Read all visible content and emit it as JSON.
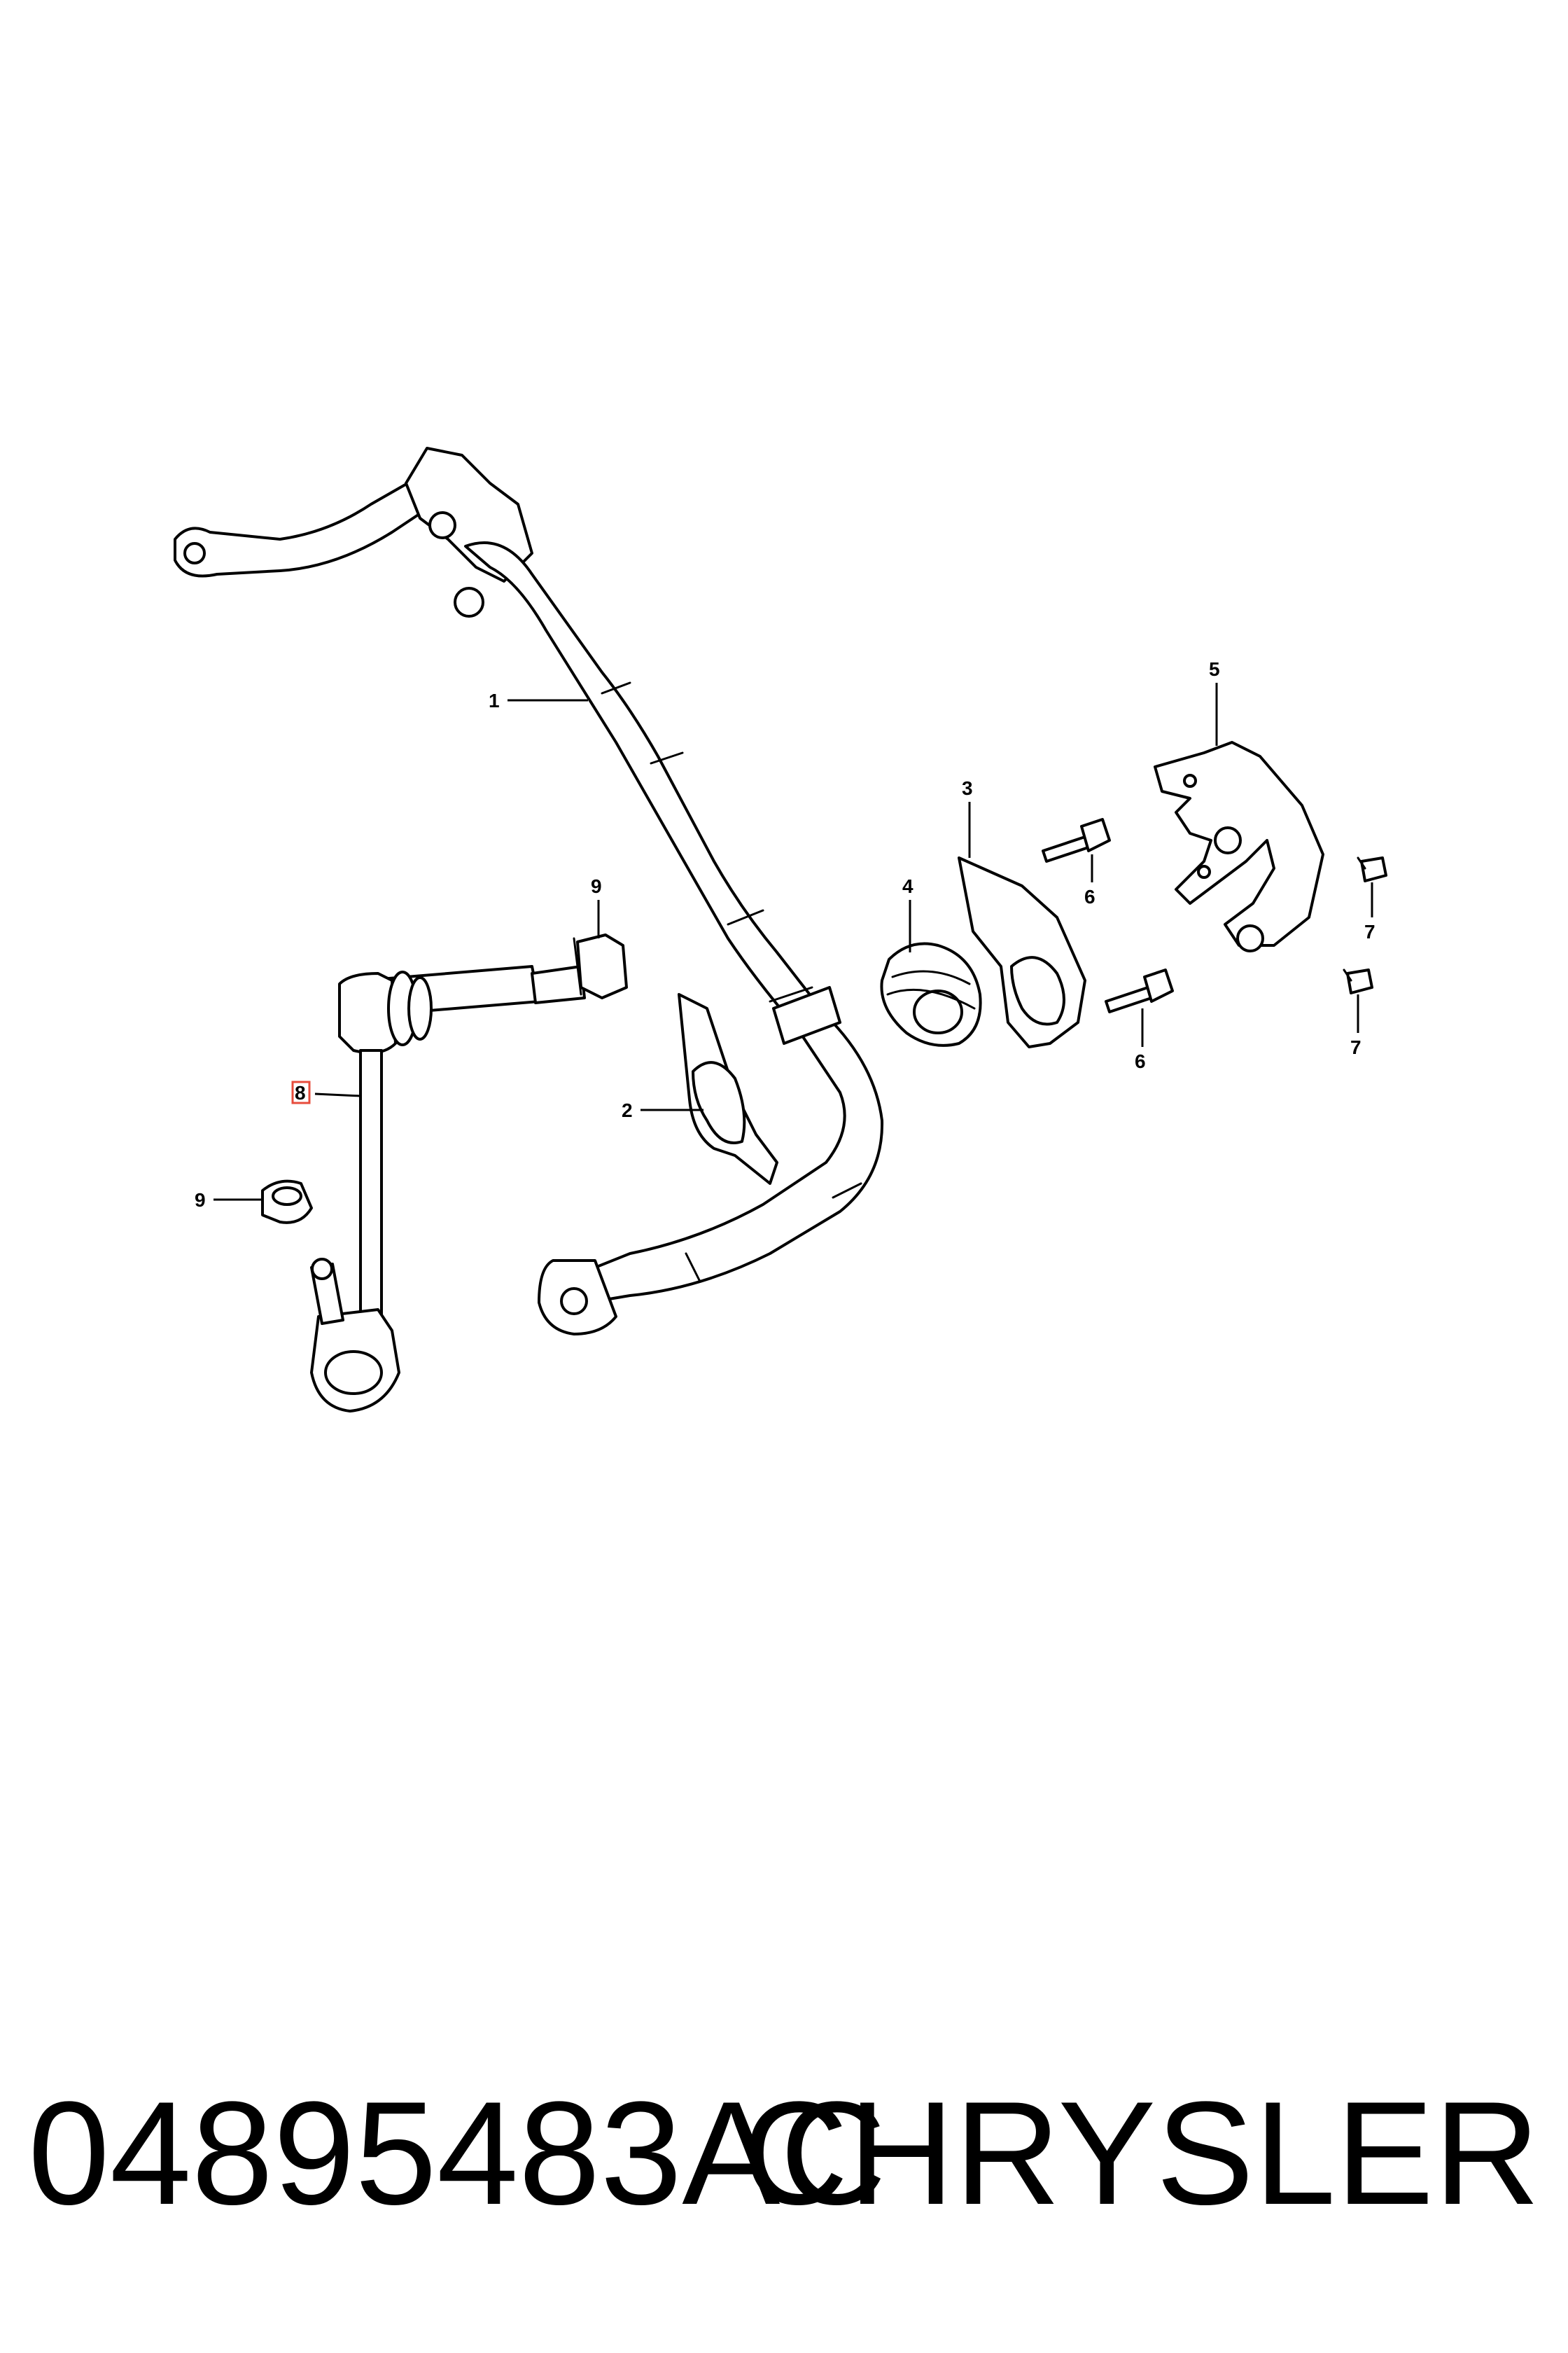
{
  "callouts": [
    {
      "id": "c1",
      "label": "1"
    },
    {
      "id": "c2",
      "label": "2"
    },
    {
      "id": "c3",
      "label": "3"
    },
    {
      "id": "c4",
      "label": "4"
    },
    {
      "id": "c5",
      "label": "5"
    },
    {
      "id": "c6a",
      "label": "6"
    },
    {
      "id": "c6b",
      "label": "6"
    },
    {
      "id": "c7a",
      "label": "7"
    },
    {
      "id": "c7b",
      "label": "7"
    },
    {
      "id": "c8",
      "label": "8"
    },
    {
      "id": "c9a",
      "label": "9"
    },
    {
      "id": "c9b",
      "label": "9"
    }
  ],
  "footer": {
    "part_number": "04895483AC",
    "brand": "CHRYSLER"
  },
  "colors": {
    "line": "#000000",
    "highlight": "#e74c3c",
    "background": "#ffffff"
  }
}
